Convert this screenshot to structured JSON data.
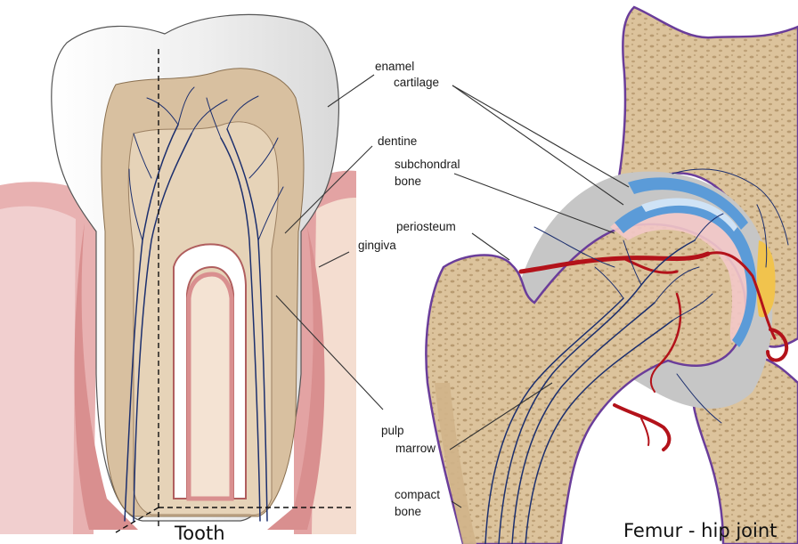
{
  "tooth": {
    "caption": "Tooth",
    "labels": {
      "enamel": "enamel",
      "dentine": "dentine",
      "gingiva": "gingiva",
      "pulp": "pulp"
    }
  },
  "femur": {
    "caption": "Femur - hip joint",
    "labels": {
      "cartilage": "cartilage",
      "subchondral_line1": "subchondral",
      "subchondral_line2": "bone",
      "periosteum": "periosteum",
      "marrow": "marrow",
      "compact_line1": "compact",
      "compact_line2": "bone"
    }
  },
  "colors": {
    "enamel": "#f4f4f4",
    "dentine": "#d8c0a0",
    "pulp": "#e6d3b8",
    "gingiva": "#e3a3a3",
    "gingiva_light": "#f6dada",
    "nerve": "#1c2f6e",
    "bone": "#d9be96",
    "cartilage": "#5b9bd8",
    "periosteum_outline": "#6a3d9a",
    "vessel": "#b3121a",
    "shadow": "#c8c8c8"
  }
}
